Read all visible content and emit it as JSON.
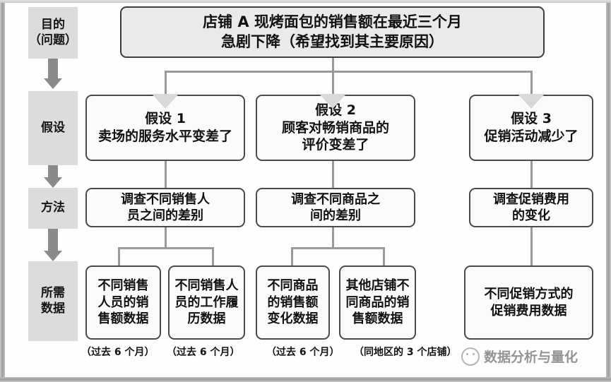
{
  "diagram": {
    "title_box": {
      "line1": "店铺 A 现烤面包的销售额在最近三个月",
      "line2": "急剧下降（希望找到其主要原因）"
    },
    "stages": [
      {
        "name": "purpose",
        "line1": "目的",
        "line2": "（问题）"
      },
      {
        "name": "hypothesis",
        "line1": "假设",
        "line2": ""
      },
      {
        "name": "method",
        "line1": "方法",
        "line2": ""
      },
      {
        "name": "data",
        "line1": "所需",
        "line2": "数据"
      }
    ],
    "hypotheses": [
      {
        "line1": "假设 1",
        "line2": "卖场的服务水平变差了",
        "line3": ""
      },
      {
        "line1": "假设 2",
        "line2": "顾客对畅销商品的",
        "line3": "评价变差了"
      },
      {
        "line1": "假设 3",
        "line2": "促销活动减少了",
        "line3": ""
      }
    ],
    "methods": [
      {
        "line1": "调查不同销售人",
        "line2": "员之间的差别"
      },
      {
        "line1": "调查不同商品之",
        "line2": "间的差别"
      },
      {
        "line1": "调查促销费用",
        "line2": "的变化"
      }
    ],
    "data_items": [
      {
        "line1": "不同销售",
        "line2": "人员的销",
        "line3": "售额数据"
      },
      {
        "line1": "不同销售人",
        "line2": "员的工作履",
        "line3": "历数据"
      },
      {
        "line1": "不同商品",
        "line2": "的销售额",
        "line3": "变化数据"
      },
      {
        "line1": "其他店铺不",
        "line2": "同商品的销",
        "line3": "售额数据"
      },
      {
        "line1": "不同促销方式的",
        "line2": "促销费用数据",
        "line3": ""
      }
    ],
    "notes": [
      "（过去 6 个月）",
      "（过去 6 个月）",
      "（过去 6 个月）",
      "（同地区的 3 个店铺）"
    ],
    "watermark": {
      "text": "数据分析与量化",
      "logo": "circle-face-logo"
    },
    "colors": {
      "box_border": "#4a4a4a",
      "box_fill": "#fbfbfb",
      "shaded_fill": "#eaeaea",
      "stage_fill": "#dcdcdc",
      "connector": "#9a9a9a",
      "arrow": "#8a8a8a",
      "notch": "#d9d9d9",
      "frame": "#a8a8a8"
    }
  }
}
